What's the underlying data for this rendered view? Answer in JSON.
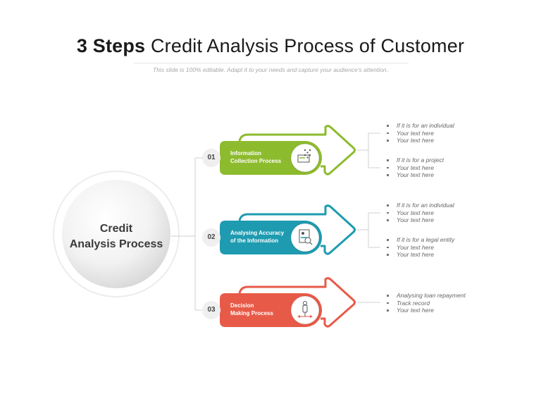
{
  "title": {
    "bold": "3 Steps",
    "rest": "Credit Analysis Process of Customer"
  },
  "subtitle": "This slide is 100% editable. Adapt it to your needs and capture your audience's attention.",
  "center": {
    "line1": "Credit",
    "line2": "Analysis Process"
  },
  "steps": [
    {
      "number": "01",
      "line1": "Information",
      "line2": "Collection Process",
      "color": "#8dbb2e",
      "icon": "document-grid-icon",
      "groups": [
        [
          "If it is for an individual",
          "Your text here",
          "Your text here"
        ],
        [
          "If it is for a project",
          "Your text here",
          "Your text here"
        ]
      ]
    },
    {
      "number": "02",
      "line1": "Analysing Accuracy",
      "line2": "of the Information",
      "color": "#1e9bb0",
      "icon": "profile-search-icon",
      "groups": [
        [
          "If it is for an individual",
          "Your text here",
          "Your text here"
        ],
        [
          "If it is for a legal entity",
          "Your text here",
          "Your text here"
        ]
      ]
    },
    {
      "number": "03",
      "line1": "Decision",
      "line2": "Making Process",
      "color": "#e85a48",
      "icon": "person-decision-icon",
      "groups": [
        [
          "Analysing loan repayment",
          "Track record",
          "Your text here"
        ]
      ]
    }
  ]
}
